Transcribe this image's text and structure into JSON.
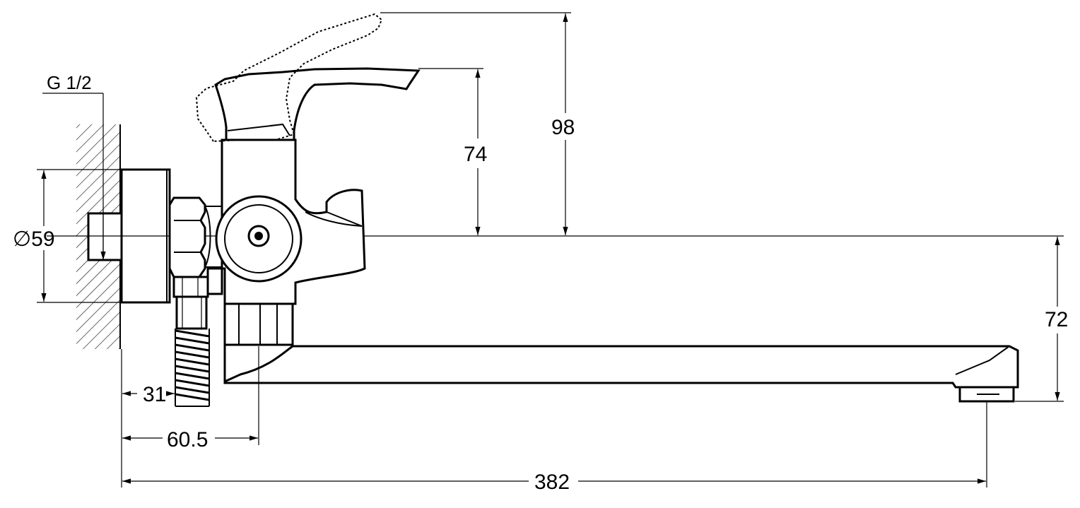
{
  "drawing": {
    "thread_label": "G 1/2",
    "dimensions": {
      "diameter": "∅59",
      "lever_height": "74",
      "lever_raised_height": "98",
      "spout_height": "72",
      "hose_offset": "31",
      "body_offset": "60.5",
      "spout_length": "382"
    },
    "colors": {
      "line": "#000000",
      "background": "#ffffff"
    }
  }
}
